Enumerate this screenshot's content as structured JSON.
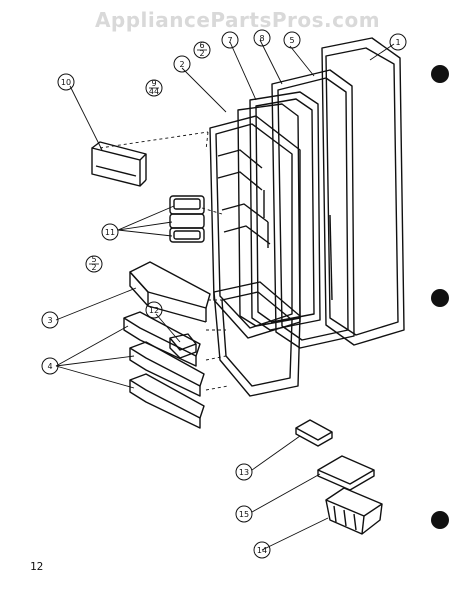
{
  "watermark": "AppliancePartsPros.com",
  "page_number": "12",
  "callouts": [
    {
      "id": "c1",
      "label": "1"
    },
    {
      "id": "c2",
      "label": "2"
    },
    {
      "id": "c3",
      "label": "3"
    },
    {
      "id": "c4",
      "label": "4"
    },
    {
      "id": "c5",
      "label": "5"
    },
    {
      "id": "c6a",
      "label": "6"
    },
    {
      "id": "c6b",
      "label": "2"
    },
    {
      "id": "c7",
      "label": "7"
    },
    {
      "id": "c8",
      "label": "8"
    },
    {
      "id": "c9a",
      "label": "9"
    },
    {
      "id": "c9b",
      "label": "44"
    },
    {
      "id": "c10",
      "label": "10"
    },
    {
      "id": "c11",
      "label": "11"
    },
    {
      "id": "c12",
      "label": "12"
    },
    {
      "id": "c13",
      "label": "13"
    },
    {
      "id": "c14",
      "label": "14"
    },
    {
      "id": "c15",
      "label": "15"
    },
    {
      "id": "c5b",
      "label": "5"
    },
    {
      "id": "c5c",
      "label": "2"
    }
  ]
}
